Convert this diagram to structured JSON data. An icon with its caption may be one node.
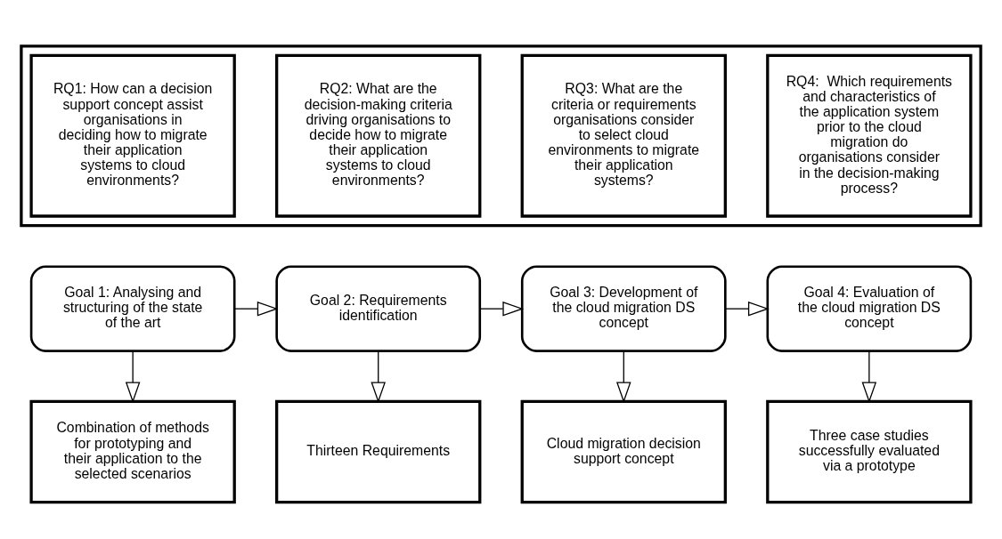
{
  "diagram": {
    "nodes": [
      {
        "text": [],
        "shape": "pentagon"
      },
      {
        "text": [
          "RQ1: How can a decision support concept assist organisations in deciding how to migrate their application systems to cloud environments?"
        ],
        "in": 0
      },
      {
        "text": [
          "RQ2: What are the decision-making criteria driving organisations to decide how to migrate their application systems to cloud environments?"
        ],
        "in": 0
      },
      {
        "text": [
          "RQ3: What are the criteria or requirements organisations consider to select cloud environments to migrate their application systems?"
        ],
        "in": 0
      },
      {
        "text": [
          "RQ4:  Which requirements and characteristics of the application system prior to the cloud migration do organisations consider in the decision-making process?"
        ],
        "in": 0
      },
      {
        "text": [
          "Goal 1: Analysing and structuring of the state of the art"
        ]
      },
      {
        "text": [
          "Goal 2: Requirements identification"
        ]
      },
      {
        "text": [
          "Goal 3: Development of the cloud migration DS concept"
        ]
      },
      {
        "text": [
          "Goal 4: Evaluation of the cloud migration DS concept"
        ]
      },
      {
        "text": [
          "Combination of methods for prototyping and their application to the selected scenarios"
        ]
      },
      {
        "text": [
          "Thirteen Requirements"
        ]
      },
      {
        "text": [
          "Cloud migration decision support concept"
        ]
      },
      {
        "text": [
          "Three case studies successfully evaluated via a prototype"
        ]
      }
    ],
    "edges": [
      {
        "from": 5,
        "to": 6,
        "arrow": "to"
      },
      {
        "from": 6,
        "to": 7,
        "arrow": "to"
      },
      {
        "from": 7,
        "to": 8,
        "arrow": "to"
      },
      {
        "from": 5,
        "to": 9,
        "arrow": "to"
      },
      {
        "from": 6,
        "to": 10,
        "arrow": "to"
      },
      {
        "from": 7,
        "to": 11,
        "arrow": "to"
      },
      {
        "from": 8,
        "to": 12,
        "arrow": "to"
      }
    ]
  }
}
